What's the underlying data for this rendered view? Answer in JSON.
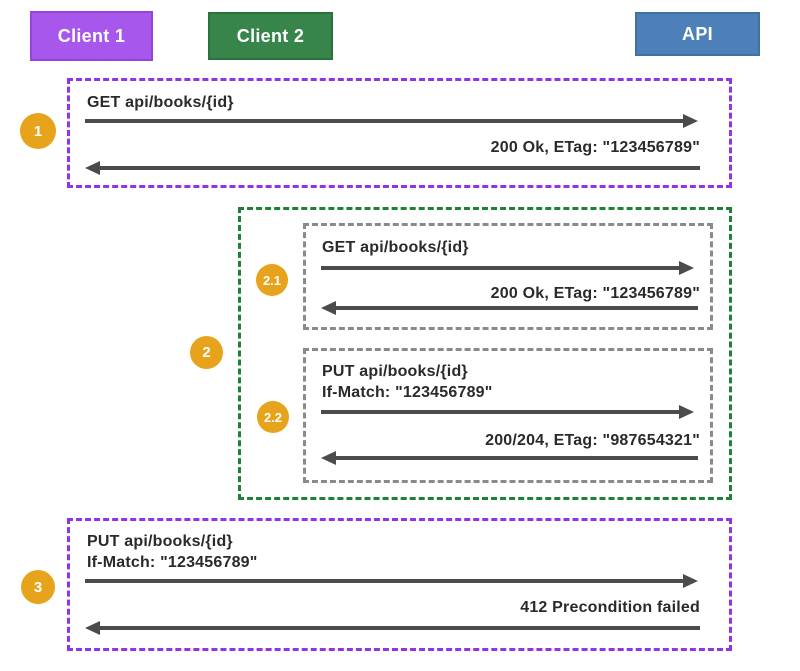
{
  "palette": {
    "client1_bg": "#a757eb",
    "client2_bg": "#37854a",
    "api_bg": "#4d80b8",
    "purple_frame": "#9232e9",
    "green_frame": "#1f8038",
    "gray_frame": "#8a8a8a",
    "badge_bg": "#e7a31b",
    "arrow": "#4b4b4b",
    "text": "#2a2a2a"
  },
  "actors": [
    {
      "label": "Client 1"
    },
    {
      "label": "Client 2"
    },
    {
      "label": "API"
    }
  ],
  "sections": [
    {
      "badge": "1",
      "messages": [
        {
          "dir": "right",
          "label": "GET api/books/{id}"
        },
        {
          "dir": "left",
          "label": "200 Ok, ETag: \"123456789\""
        }
      ]
    },
    {
      "badge": "2",
      "subsections": [
        {
          "badge": "2.1",
          "messages": [
            {
              "dir": "right",
              "label": "GET api/books/{id}"
            },
            {
              "dir": "left",
              "label": "200 Ok, ETag: \"123456789\""
            }
          ]
        },
        {
          "badge": "2.2",
          "messages": [
            {
              "dir": "right",
              "label": "PUT api/books/{id}",
              "label2": "If-Match: \"123456789\""
            },
            {
              "dir": "left",
              "label": "200/204, ETag: \"987654321\""
            }
          ]
        }
      ]
    },
    {
      "badge": "3",
      "messages": [
        {
          "dir": "right",
          "label": "PUT api/books/{id}",
          "label2": "If-Match: \"123456789\""
        },
        {
          "dir": "left",
          "label": "412 Precondition failed"
        }
      ]
    }
  ]
}
